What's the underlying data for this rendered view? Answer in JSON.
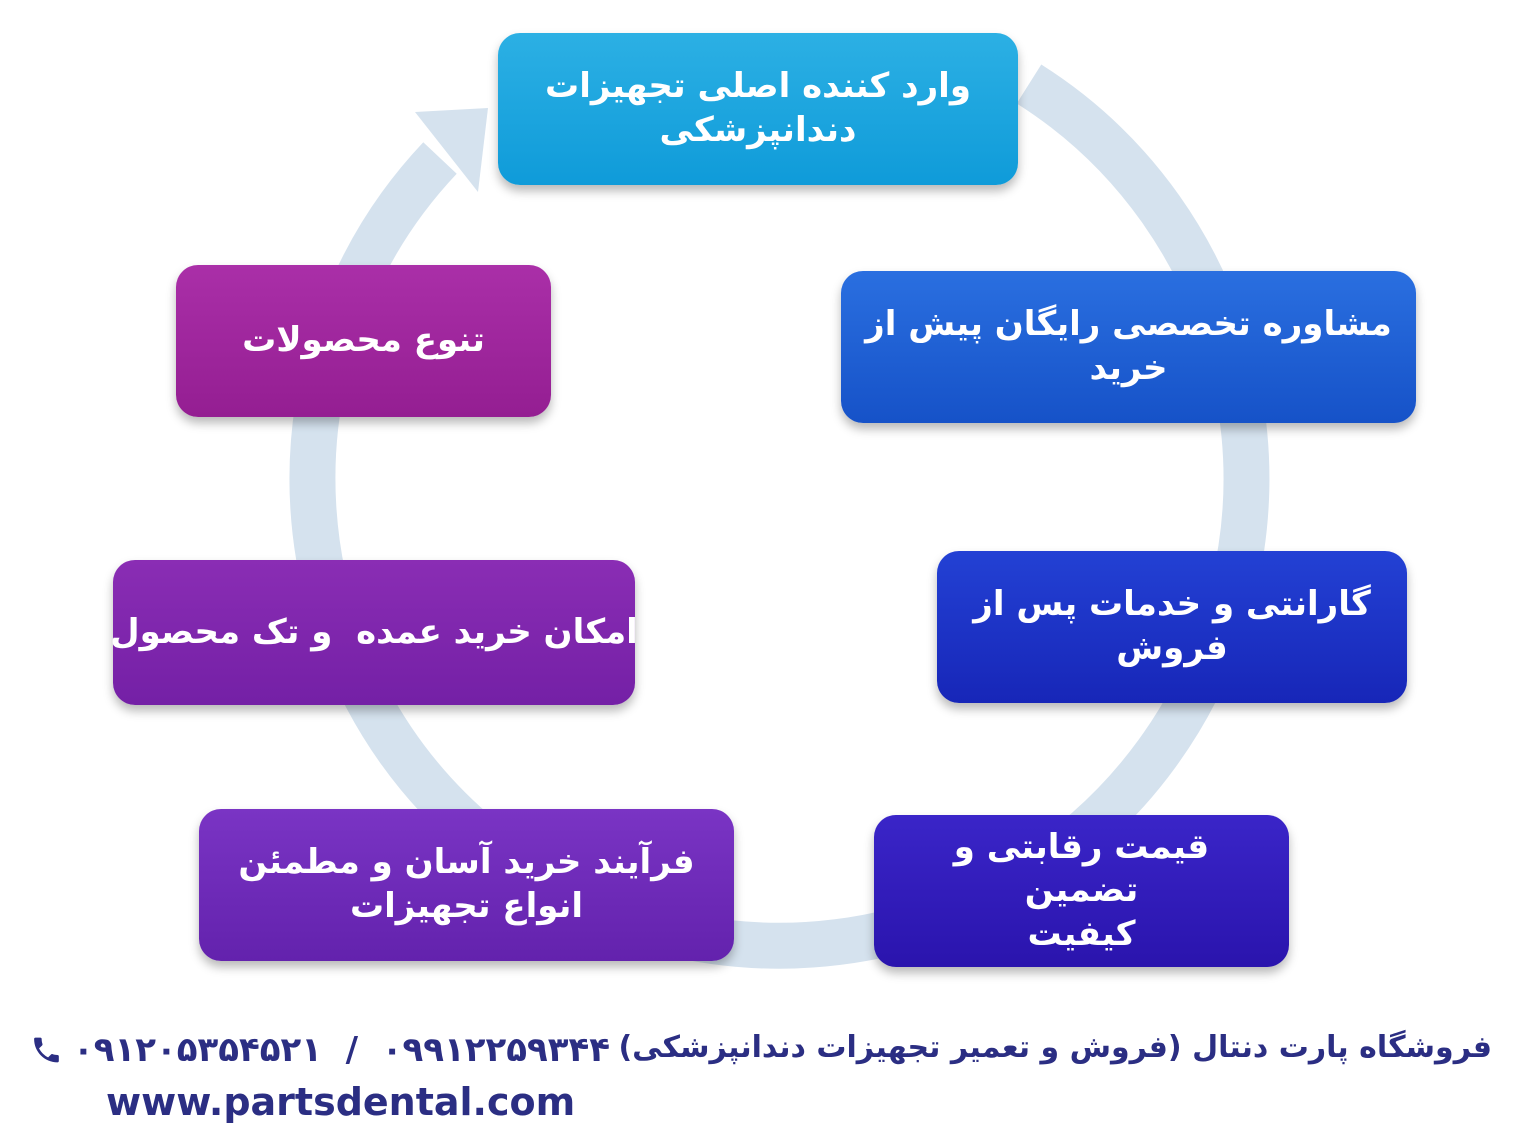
{
  "nodes": {
    "importer": [
      "وارد کننده اصلی تجهیزات",
      "دندانپزشکی"
    ],
    "consultation": [
      "مشاوره تخصصی رایگان پیش از",
      "خرید"
    ],
    "warranty": [
      "گارانتی و خدمات پس از",
      "فروش"
    ],
    "price": [
      "قیمت رقابتی و تضمین",
      "کیفیت"
    ],
    "process": [
      "فرآیند خرید آسان و مطمئن",
      "انواع تجهیزات"
    ],
    "wholesale": [
      "امکان خرید عمده  و تک محصول"
    ],
    "variety": [
      "تنوع محصولات"
    ]
  },
  "footer": {
    "phones": "۰۹۱۲۰۵۳۵۴۵۲۱  /  ۰۹۹۱۲۲۵۹۳۴۴",
    "website": "www.partsdental.com",
    "store_title": "فروشگاه پارت دنتال (فروش و تعمیر تجهیزات دندانپزشکی)"
  },
  "icons": {
    "phone": "phone-icon"
  },
  "colors": {
    "ring": "#d5e2ee",
    "footer_text": "#2b2e83",
    "node_importer": "#16a1dc",
    "node_consultation": "#1f5fd6",
    "node_warranty": "#1d30c6",
    "node_price": "#3019b8",
    "node_process": "#6e2ab8",
    "node_wholesale": "#7e27ad",
    "node_variety": "#a0289f"
  }
}
